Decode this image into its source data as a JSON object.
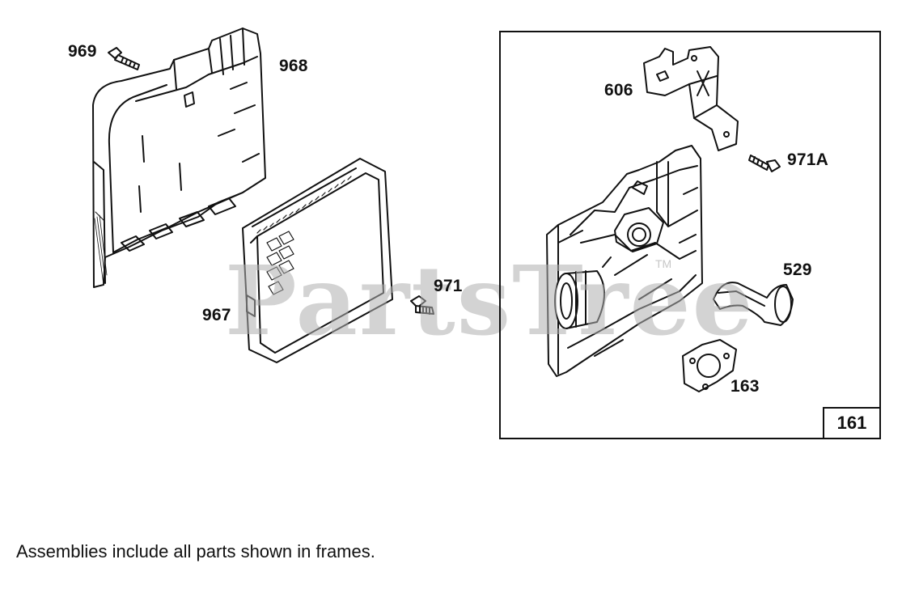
{
  "parts": {
    "p969": "969",
    "p968": "968",
    "p967": "967",
    "p971": "971",
    "p606": "606",
    "p971a": "971A",
    "p529": "529",
    "p163": "163",
    "p161": "161"
  },
  "watermark": "PartsTree",
  "watermark_tm": "TM",
  "footer_note": "Assemblies include all parts shown in frames."
}
